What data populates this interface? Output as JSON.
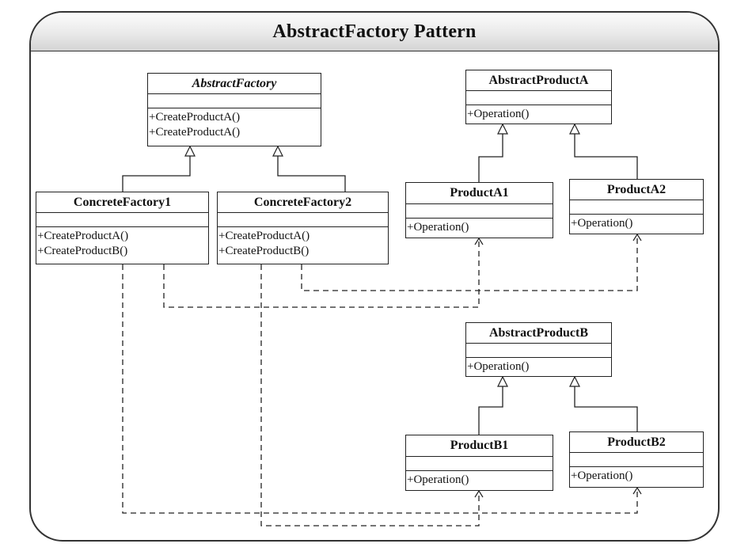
{
  "diagram": {
    "title": "AbstractFactory Pattern",
    "classes": {
      "abstract_factory": {
        "name": "AbstractFactory",
        "operations": [
          "+CreateProductA()",
          "+CreateProductA()"
        ]
      },
      "concrete_factory1": {
        "name": "ConcreteFactory1",
        "operations": [
          "+CreateProductA()",
          "+CreateProductB()"
        ]
      },
      "concrete_factory2": {
        "name": "ConcreteFactory2",
        "operations": [
          "+CreateProductA()",
          "+CreateProductB()"
        ]
      },
      "abstract_product_a": {
        "name": "AbstractProductA",
        "operations": [
          "+Operation()"
        ]
      },
      "product_a1": {
        "name": "ProductA1",
        "operations": [
          "+Operation()"
        ]
      },
      "product_a2": {
        "name": "ProductA2",
        "operations": [
          "+Operation()"
        ]
      },
      "abstract_product_b": {
        "name": "AbstractProductB",
        "operations": [
          "+Operation()"
        ]
      },
      "product_b1": {
        "name": "ProductB1",
        "operations": [
          "+Operation()"
        ]
      },
      "product_b2": {
        "name": "ProductB2",
        "operations": [
          "+Operation()"
        ]
      }
    }
  }
}
